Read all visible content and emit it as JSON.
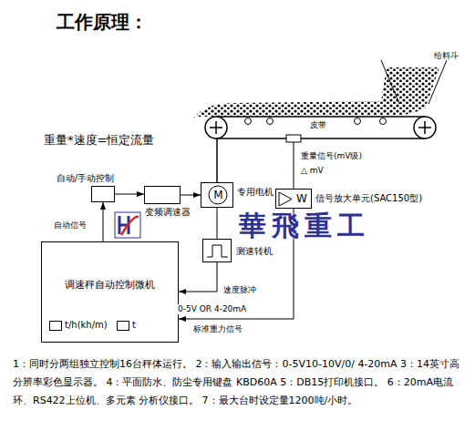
{
  "diagram": {
    "title": "工作原理：",
    "nodes": [
      {
        "text": [
          "自动/手动控制"
        ]
      },
      {
        "text": [
          "变频调速器"
        ]
      },
      {
        "text": [
          "M",
          "专用电机"
        ]
      },
      {
        "text": [
          "测速转机"
        ]
      },
      {
        "text": [
          "W",
          "信号放大单元(SAC150型)"
        ]
      },
      {
        "text": [
          "调速秤自动控制微机"
        ]
      },
      {
        "text": [
          "t/h(kh/m)"
        ],
        "in": 5
      },
      {
        "text": [
          "t"
        ],
        "in": 5
      }
    ],
    "edges": [
      {
        "from": 0,
        "to": 1,
        "arrow": "to"
      },
      {
        "from": 1,
        "to": 2,
        "arrow": "to"
      },
      {
        "from": 2,
        "to": 3,
        "arrow": "none"
      },
      {
        "from": 3,
        "to": 5,
        "label": "速度脉冲",
        "arrow": "to"
      },
      {
        "from": 4,
        "to": 5,
        "label": "0-5V OR 4-20mA",
        "arrow": "to"
      },
      {
        "from": 5,
        "to": 0,
        "label": "自动信号",
        "arrow": "to"
      }
    ],
    "labels": [
      "重量*速度=恒定流量",
      "给料斗",
      "皮带",
      "重量信号(mV级)",
      "△ mV",
      "标准重力信号",
      "華飛重工",
      "1：同时分两组独立控制16台秤体运行。 2：输入输出信号：0-5V10-10V/0/ 4-20mA 3：14英寸高分辨率彩色显示器。 4：平面防水、防尘专用键盘 KBD60A 5：DB15打印机接口。 6：20mA电流环、RS422上位机、多元素 分析仪接口。 7：最大台时设定量1200吨/小时。"
    ]
  }
}
